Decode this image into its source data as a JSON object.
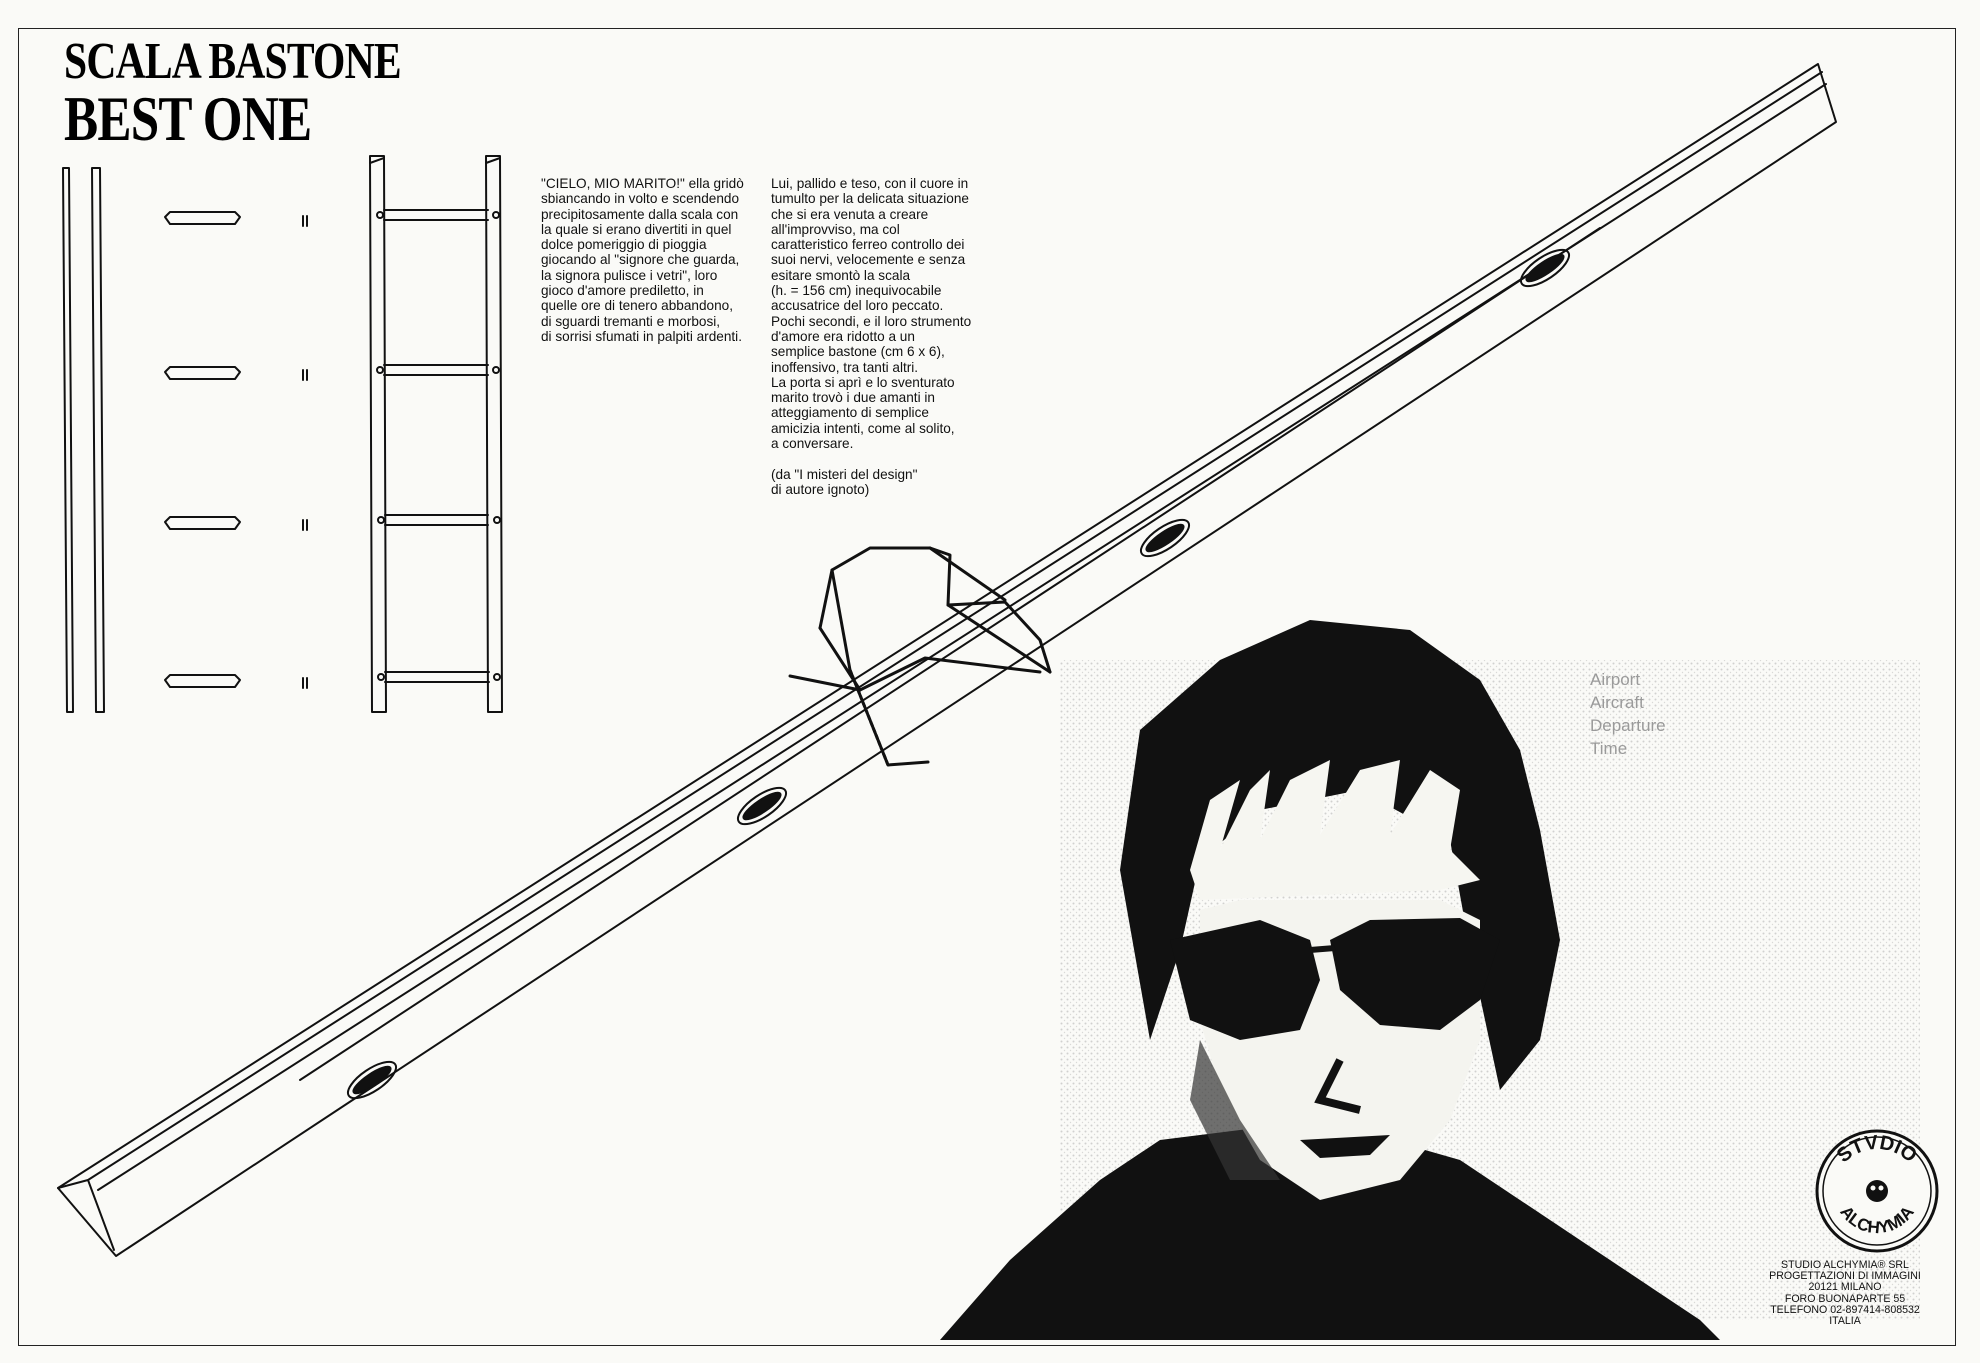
{
  "title": {
    "line1": "SCALA BASTONE",
    "line2": "BEST ONE"
  },
  "text_left": "\"CIELO, MIO MARITO!\" ella gridò\nsbiancando in volto e scendendo\nprecipitosamente dalla scala con\nla quale si erano divertiti in quel\ndolce pomeriggio di pioggia\ngiocando al \"signore che guarda,\nla signora pulisce i vetri\", loro\ngioco d'amore prediletto, in\nquelle ore di tenero abbandono,\ndi sguardi tremanti e morbosi,\ndi sorrisi sfumati in palpiti ardenti.",
  "text_right": "Lui, pallido e teso, con il cuore in\ntumulto per la delicata situazione\nche si era venuta a creare\nall'improvviso, ma col\ncaratteristico ferreo controllo dei\nsuoi nervi, velocemente e senza\nesitare smontò la scala\n(h. = 156 cm) inequivocabile\naccusatrice del loro peccato.\nPochi secondi, e il loro strumento\nd'amore era ridotto a un\nsemplice bastone (cm 6 x 6),\ninoffensivo, tra tanti altri.\nLa porta si aprì e lo sventurato\nmarito trovò i due amanti in\natteggiamento di semplice\namicizia intenti, come al solito,\na conversare.\n\n(da \"I misteri del design\"\ndi autore ignoto)",
  "background_sign": "Airport\nAircraft\nDeparture\nTime",
  "logo": {
    "top": "STVDIO",
    "bottom": "ALCHYMIA"
  },
  "address": "STUDIO ALCHYMIA® SRL\nPROGETTAZIONI DI IMMAGINI\n20121 MILANO\nFORO BUONAPARTE 55\nTELEFONO 02-897414-808532\nITALIA",
  "colors": {
    "ink": "#111111",
    "paper": "#fafaf7",
    "photo_gray": "#9a9a9a"
  }
}
